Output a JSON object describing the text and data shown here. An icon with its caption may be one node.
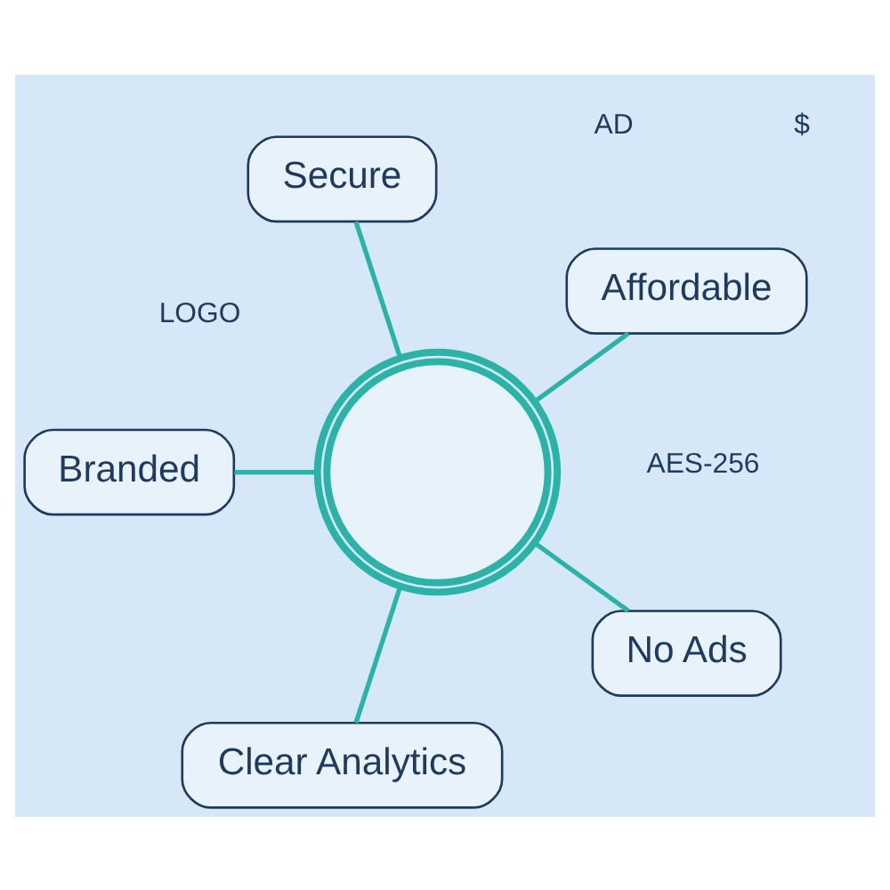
{
  "diagram": {
    "nodes": [
      {
        "text": [],
        "shape": "circle"
      },
      {
        "text": [
          "Affordable"
        ]
      },
      {
        "text": [
          "Secure"
        ]
      },
      {
        "text": [
          "Branded"
        ]
      },
      {
        "text": [
          "Clear Analytics"
        ]
      },
      {
        "text": [
          "No Ads"
        ]
      }
    ],
    "edges": [
      {
        "from": 0,
        "to": 1,
        "arrow": "none"
      },
      {
        "from": 0,
        "to": 2,
        "arrow": "none"
      },
      {
        "from": 0,
        "to": 3,
        "arrow": "none"
      },
      {
        "from": 0,
        "to": 4,
        "arrow": "none"
      },
      {
        "from": 0,
        "to": 5,
        "arrow": "none"
      }
    ],
    "labels": [
      "$",
      "AD",
      "AES-256",
      "LOGO"
    ]
  }
}
